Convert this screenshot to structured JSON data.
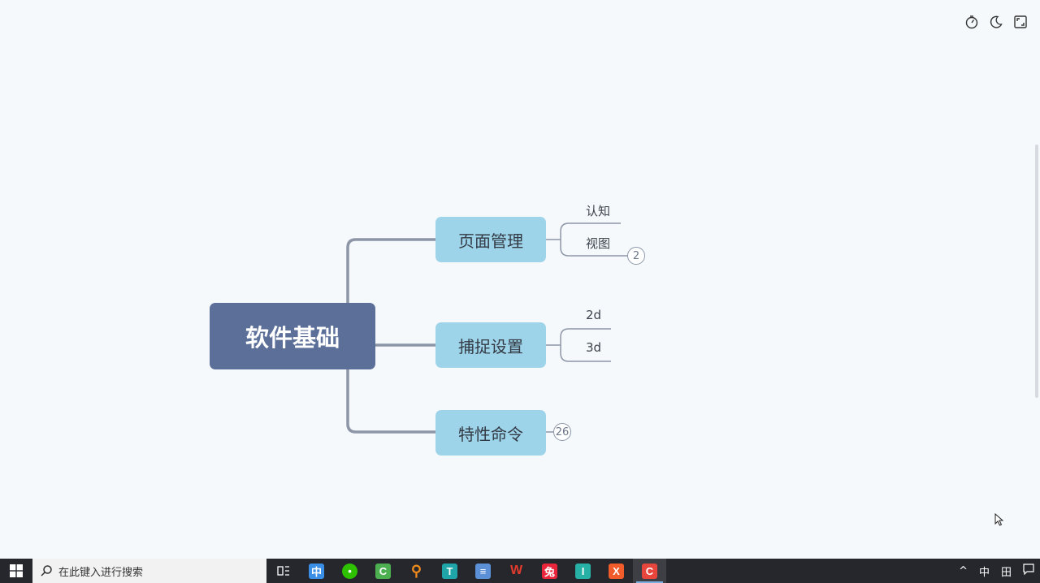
{
  "mindmap": {
    "root": "软件基础",
    "branches": [
      {
        "label": "页面管理",
        "children": [
          "认知",
          "视图"
        ],
        "badge": "2"
      },
      {
        "label": "捕捉设置",
        "children": [
          "2d",
          "3d"
        ]
      },
      {
        "label": "特性命令",
        "badge": "26"
      }
    ]
  },
  "toolbar": {
    "icons": [
      "timer-icon",
      "moon-icon",
      "fullscreen-icon"
    ]
  },
  "taskbar": {
    "search_placeholder": "在此键入进行搜索",
    "apps": [
      {
        "name": "task-view-icon",
        "color": "#25272c"
      },
      {
        "name": "app-blue-icon",
        "color": "#3a8ee6"
      },
      {
        "name": "wechat-icon",
        "color": "#2dc100"
      },
      {
        "name": "camtasia-green-icon",
        "color": "#4caf50"
      },
      {
        "name": "search-orange-icon",
        "color": "#f08a1c"
      },
      {
        "name": "app-teal-icon",
        "color": "#1fa4a8"
      },
      {
        "name": "document-icon",
        "color": "#5b8fd6"
      },
      {
        "name": "wps-icon",
        "color": "#e23b2e"
      },
      {
        "name": "rabbit-app-icon",
        "color": "#e8253a"
      },
      {
        "name": "typora-icon",
        "color": "#27b0a5"
      },
      {
        "name": "xmind-icon",
        "color": "#f25c2b"
      },
      {
        "name": "camtasia-icon",
        "color": "#e8453c"
      }
    ],
    "tray": {
      "expand": "^",
      "ime": "中",
      "layout": "田"
    }
  }
}
